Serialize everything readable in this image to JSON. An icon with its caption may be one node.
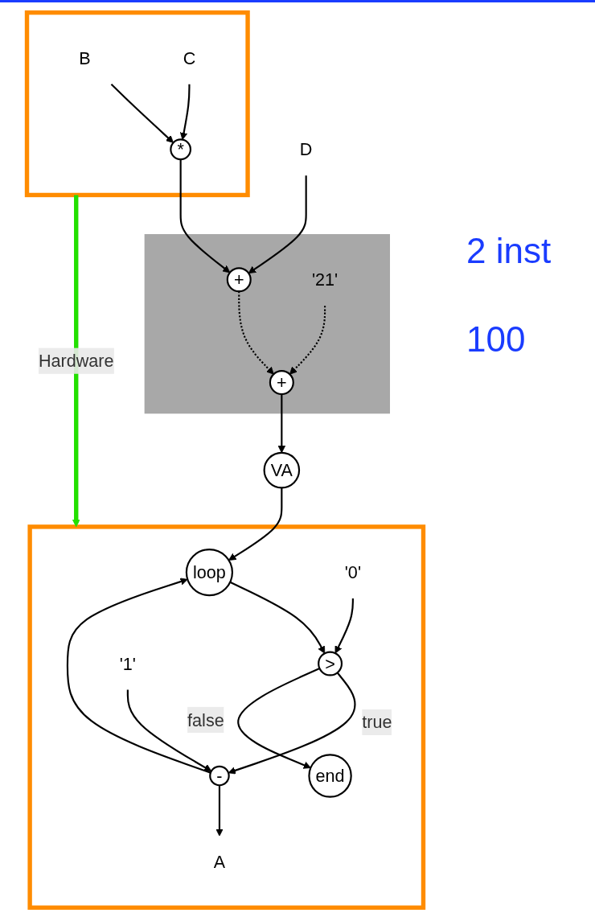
{
  "diagram": {
    "nodes": [
      {
        "text": [],
        "shape": "box"
      },
      {
        "text": [
          "B"
        ],
        "in": 0
      },
      {
        "text": [
          "C"
        ],
        "in": 0
      },
      {
        "text": [
          "*"
        ],
        "in": 0
      },
      {
        "text": [
          "D"
        ]
      },
      {
        "text": [],
        "shape": "box"
      },
      {
        "text": [
          "+"
        ],
        "in": 5
      },
      {
        "text": [
          "'21'"
        ],
        "in": 5
      },
      {
        "text": [
          "+"
        ],
        "in": 5
      },
      {
        "text": [
          "VA"
        ]
      },
      {
        "text": [],
        "shape": "box"
      },
      {
        "text": [
          "loop"
        ],
        "in": 10
      },
      {
        "text": [
          "'0'"
        ],
        "in": 10
      },
      {
        "text": [
          ">"
        ],
        "in": 10
      },
      {
        "text": [
          "'1'"
        ],
        "in": 10
      },
      {
        "text": [
          "-"
        ],
        "in": 10
      },
      {
        "text": [
          "end"
        ],
        "in": 10
      },
      {
        "text": [
          "A"
        ],
        "in": 10
      }
    ],
    "edges": [
      {
        "from": 1,
        "to": 3,
        "arrow": "to"
      },
      {
        "from": 2,
        "to": 3,
        "arrow": "to"
      },
      {
        "from": 3,
        "to": 6,
        "arrow": "to"
      },
      {
        "from": 4,
        "to": 6,
        "arrow": "to"
      },
      {
        "from": 6,
        "to": 8,
        "arrow": "to",
        "style": "dashed"
      },
      {
        "from": 7,
        "to": 8,
        "arrow": "to",
        "style": "dashed"
      },
      {
        "from": 8,
        "to": 9,
        "arrow": "to"
      },
      {
        "from": 9,
        "to": 11,
        "arrow": "to"
      },
      {
        "from": 15,
        "to": 11,
        "arrow": "to"
      },
      {
        "from": 11,
        "to": 13,
        "arrow": "to"
      },
      {
        "from": 12,
        "to": 13,
        "arrow": "to"
      },
      {
        "from": 13,
        "to": 15,
        "arrow": "to",
        "label": "true"
      },
      {
        "from": 13,
        "to": 16,
        "arrow": "to",
        "label": "false"
      },
      {
        "from": 14,
        "to": 15,
        "arrow": "to"
      },
      {
        "from": 15,
        "to": 17,
        "arrow": "to"
      },
      {
        "from": 0,
        "to": 10,
        "arrow": "to",
        "label": "Hardware",
        "style": "thick",
        "color": "#22e000"
      }
    ],
    "labels": [
      "2 inst",
      "100"
    ]
  }
}
